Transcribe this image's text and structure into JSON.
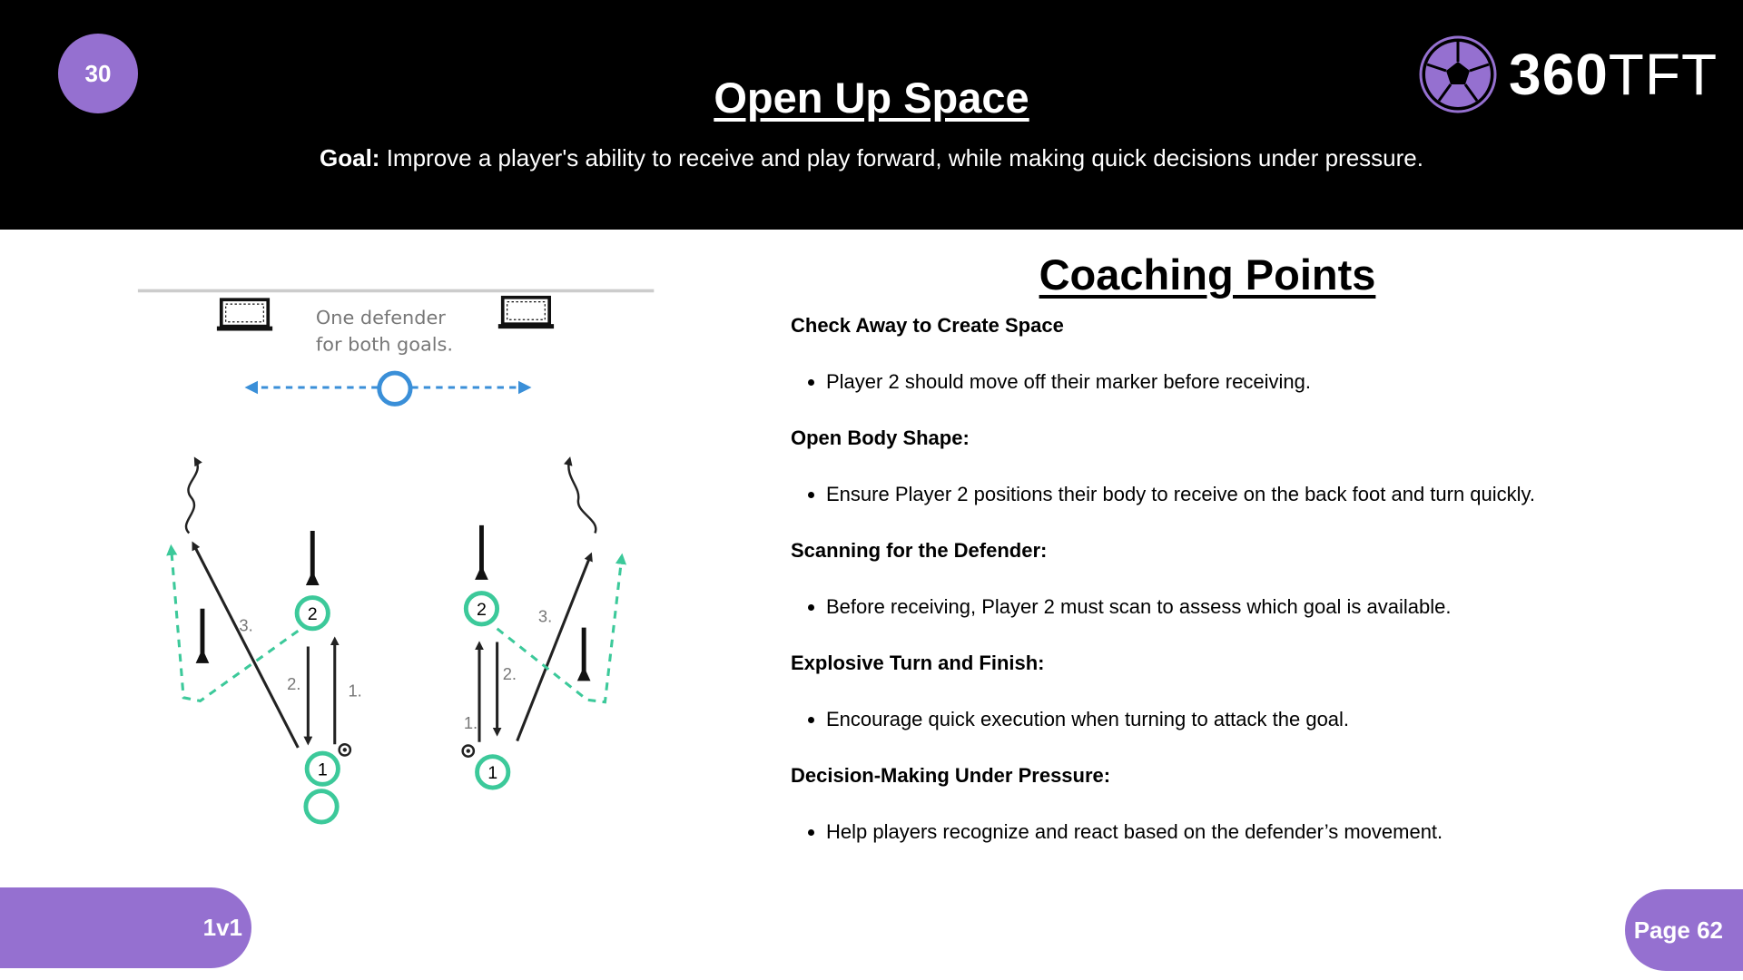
{
  "header": {
    "drill_number": "30",
    "title": "Open Up Space",
    "goal_label": "Goal:",
    "goal_text": " Improve a player's ability to receive and play forward, while making quick decisions under pressure.",
    "logo_text_bold": "360",
    "logo_text_light": "TFT",
    "logo_icon": "soccer-ball-icon"
  },
  "diagram": {
    "note_line1": "One defender",
    "note_line2": "for both goals.",
    "player_labels": [
      "1",
      "2"
    ],
    "step_labels": [
      "1.",
      "2.",
      "3."
    ]
  },
  "coaching": {
    "title": "Coaching Points",
    "sections": [
      {
        "heading": "Check Away to Create Space",
        "bullet": "Player 2 should move off their marker before receiving."
      },
      {
        "heading": "Open Body Shape:",
        "bullet": "Ensure Player 2 positions their body to receive on the back foot and turn quickly."
      },
      {
        "heading": "Scanning for the Defender:",
        "bullet": "Before receiving, Player 2 must scan to assess which goal is available."
      },
      {
        "heading": "Explosive Turn and Finish:",
        "bullet": "Encourage quick execution when turning to attack the goal."
      },
      {
        "heading": "Decision-Making Under Pressure:",
        "bullet": "Help players recognize and react based on the defender’s movement."
      }
    ]
  },
  "footer": {
    "category": "1v1",
    "page": "Page 62"
  },
  "colors": {
    "accent": "#9570d0",
    "player": "#3cc99a",
    "defender": "#3a8fd8"
  }
}
